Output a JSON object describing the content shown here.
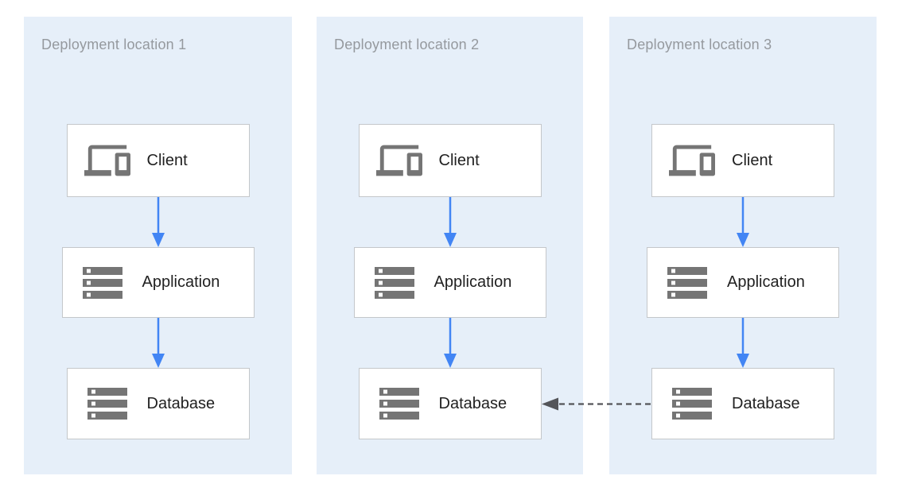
{
  "panels": [
    {
      "title": "Deployment location 1",
      "nodes": [
        {
          "icon": "devices-icon",
          "label": "Client"
        },
        {
          "icon": "storage-icon",
          "label": "Application"
        },
        {
          "icon": "storage-icon",
          "label": "Database"
        }
      ]
    },
    {
      "title": "Deployment location 2",
      "nodes": [
        {
          "icon": "devices-icon",
          "label": "Client"
        },
        {
          "icon": "storage-icon",
          "label": "Application"
        },
        {
          "icon": "storage-icon",
          "label": "Database"
        }
      ]
    },
    {
      "title": "Deployment location 3",
      "nodes": [
        {
          "icon": "devices-icon",
          "label": "Client"
        },
        {
          "icon": "storage-icon",
          "label": "Application"
        },
        {
          "icon": "storage-icon",
          "label": "Database"
        }
      ]
    }
  ],
  "connections": [
    {
      "from": "client-1",
      "to": "application-1",
      "style": "solid-blue-arrow"
    },
    {
      "from": "application-1",
      "to": "database-1",
      "style": "solid-blue-arrow"
    },
    {
      "from": "client-2",
      "to": "application-2",
      "style": "solid-blue-arrow"
    },
    {
      "from": "application-2",
      "to": "database-2",
      "style": "solid-blue-arrow"
    },
    {
      "from": "client-3",
      "to": "application-3",
      "style": "solid-blue-arrow"
    },
    {
      "from": "application-3",
      "to": "database-3",
      "style": "solid-blue-arrow"
    },
    {
      "from": "database-3",
      "to": "database-2",
      "style": "dashed-gray-arrow"
    }
  ],
  "colors": {
    "zone_background": "#e6eff9",
    "node_background": "#ffffff",
    "node_border": "#c4c7ca",
    "arrow_blue": "#4285f4",
    "arrow_dashed_gray": "#545559",
    "icon_gray": "#757575",
    "zone_title_gray": "#95999e",
    "node_label_dark": "#212121"
  }
}
